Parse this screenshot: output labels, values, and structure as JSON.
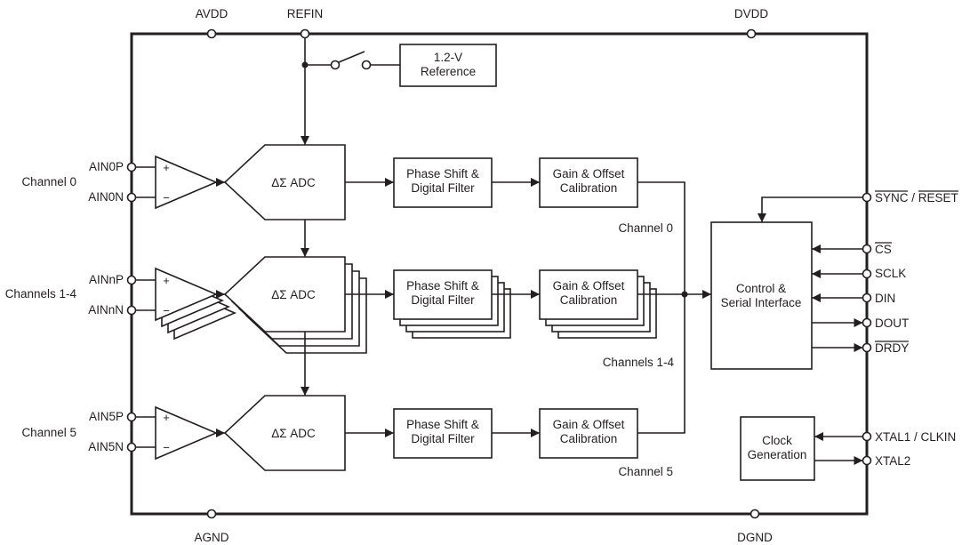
{
  "diagram": {
    "top_pins": {
      "avdd": "AVDD",
      "refin": "REFIN",
      "dvdd": "DVDD"
    },
    "bottom_pins": {
      "agnd": "AGND",
      "dgnd": "DGND"
    },
    "left": {
      "channel0": {
        "group": "Channel 0",
        "pin_p": "AIN0P",
        "pin_n": "AIN0N"
      },
      "channels14": {
        "group": "Channels 1-4",
        "pin_p": "AINnP",
        "pin_n": "AINnN"
      },
      "channel5": {
        "group": "Channel 5",
        "pin_p": "AIN5P",
        "pin_n": "AIN5N"
      }
    },
    "right_pins": {
      "sync": "SYNC",
      "sync_sep": " / ",
      "reset": "RESET",
      "cs": "CS",
      "sclk": "SCLK",
      "din": "DIN",
      "dout": "DOUT",
      "drdy": "DRDY",
      "xtal1": "XTAL1 / CLKIN",
      "xtal2": "XTAL2"
    },
    "blocks": {
      "reference": {
        "line1": "1.2-V",
        "line2": "Reference"
      },
      "adc": "ΔΣ ADC",
      "phase": {
        "line1": "Phase Shift &",
        "line2": "Digital Filter"
      },
      "gain": {
        "line1": "Gain & Offset",
        "line2": "Calibration"
      },
      "control": {
        "line1": "Control &",
        "line2": "Serial Interface"
      },
      "clock": {
        "line1": "Clock",
        "line2": "Generation"
      }
    },
    "inner_labels": {
      "ch0": "Channel 0",
      "ch14": "Channels 1-4",
      "ch5": "Channel 5"
    },
    "amp": {
      "plus": "+",
      "minus": "−"
    }
  },
  "colors": {
    "ink": "#231f20",
    "background": "#ffffff"
  }
}
